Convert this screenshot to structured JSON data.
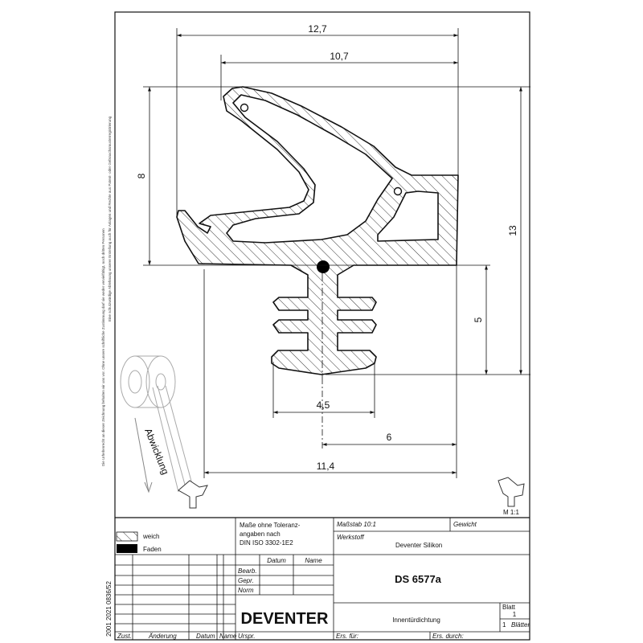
{
  "dimensions": {
    "width_total_top": "12,7",
    "width_upper": "10,7",
    "height_left": "8",
    "height_right": "13",
    "height_foot": "5",
    "foot_width": "4,5",
    "half_width": "6",
    "width_bottom": "11,4"
  },
  "unwinding_label": "Abwicklung",
  "detail_scale": "M 1:1",
  "legend": {
    "soft": "weich",
    "thread": "Faden"
  },
  "tolerance_note": [
    "Maße ohne Toleranz-",
    "angaben nach",
    "DIN ISO 3302-1E2"
  ],
  "title_block": {
    "scale": "Maßstab 10:1",
    "weight": "Gewicht",
    "material_label": "Werkstoff",
    "material": "Deventer Silikon",
    "date_header": "Datum",
    "name_header": "Name",
    "rows": [
      "Bearb.",
      "Gepr.",
      "Norm"
    ],
    "part_no": "DS 6577a",
    "company": "DEVENTER",
    "description": "Innentürdichtung",
    "sheet_label": "Blatt",
    "sheet_no": "1",
    "sheets_total": "1",
    "sheets_label": "Blätter",
    "footer": {
      "zust": "Zust.",
      "change": "Änderung",
      "date": "Datum",
      "name": "Name",
      "orig": "Urspr.",
      "replaces": "Ers. für:",
      "replaced_by": "Ers. durch:"
    }
  },
  "revision_code": "2001 2021 0836/52",
  "side_note": [
    "Die Urheberrecht an dieser Zeichnung behalten wir uns vor. Ohne unsere schriftliche Zustimmung darf sie weder vervielfältigt, noch dritten Personen",
    "Eine schutzwürdige Ablehnung unserer Erstellung auch für Anlagen und Rechte aus Patent- oder Gebrauchsmusterregistrierung"
  ]
}
